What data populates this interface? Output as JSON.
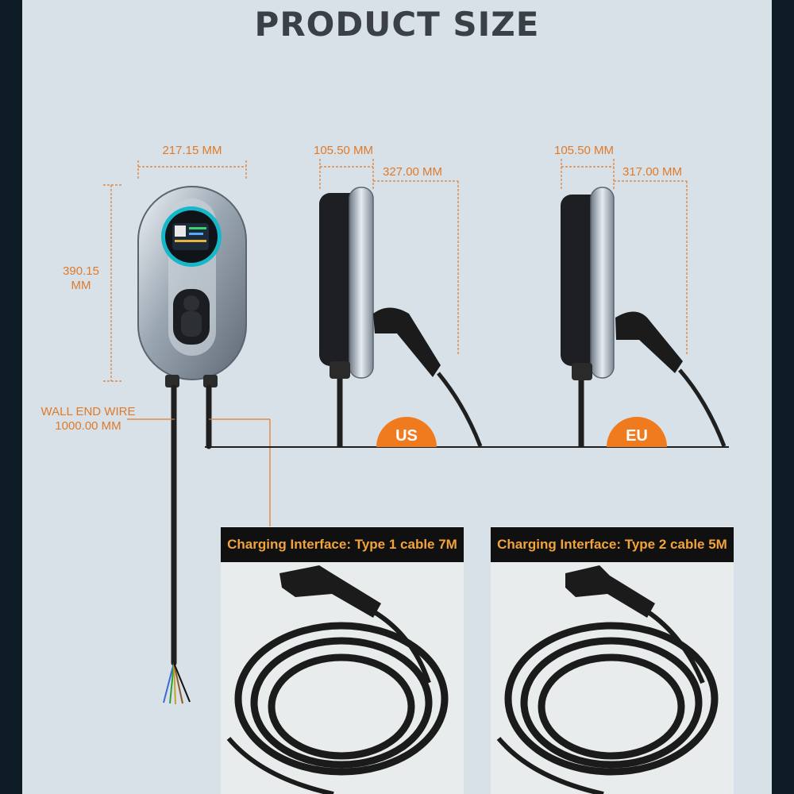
{
  "title": "PRODUCT SIZE",
  "dimensions": {
    "front_width": "217.15 MM",
    "front_height_line1": "390.15",
    "front_height_line2": "MM",
    "us_depth": "105.50 MM",
    "us_height": "327.00 MM",
    "eu_depth": "105.50 MM",
    "eu_height": "317.00 MM",
    "wall_wire_line1": "WALL END WIRE",
    "wall_wire_line2": "1000.00 MM"
  },
  "badges": {
    "us": "US",
    "eu": "EU"
  },
  "cards": [
    {
      "title": "Charging Interface: Type 1 cable 7M"
    },
    {
      "title": "Charging Interface: Type 2 cable 5M"
    }
  ],
  "colors": {
    "accent": "#e07a2b",
    "badge": "#f07a1e",
    "card_header_bg": "#101010",
    "card_header_text": "#f2a33a",
    "panel": "#d7e1e7"
  }
}
